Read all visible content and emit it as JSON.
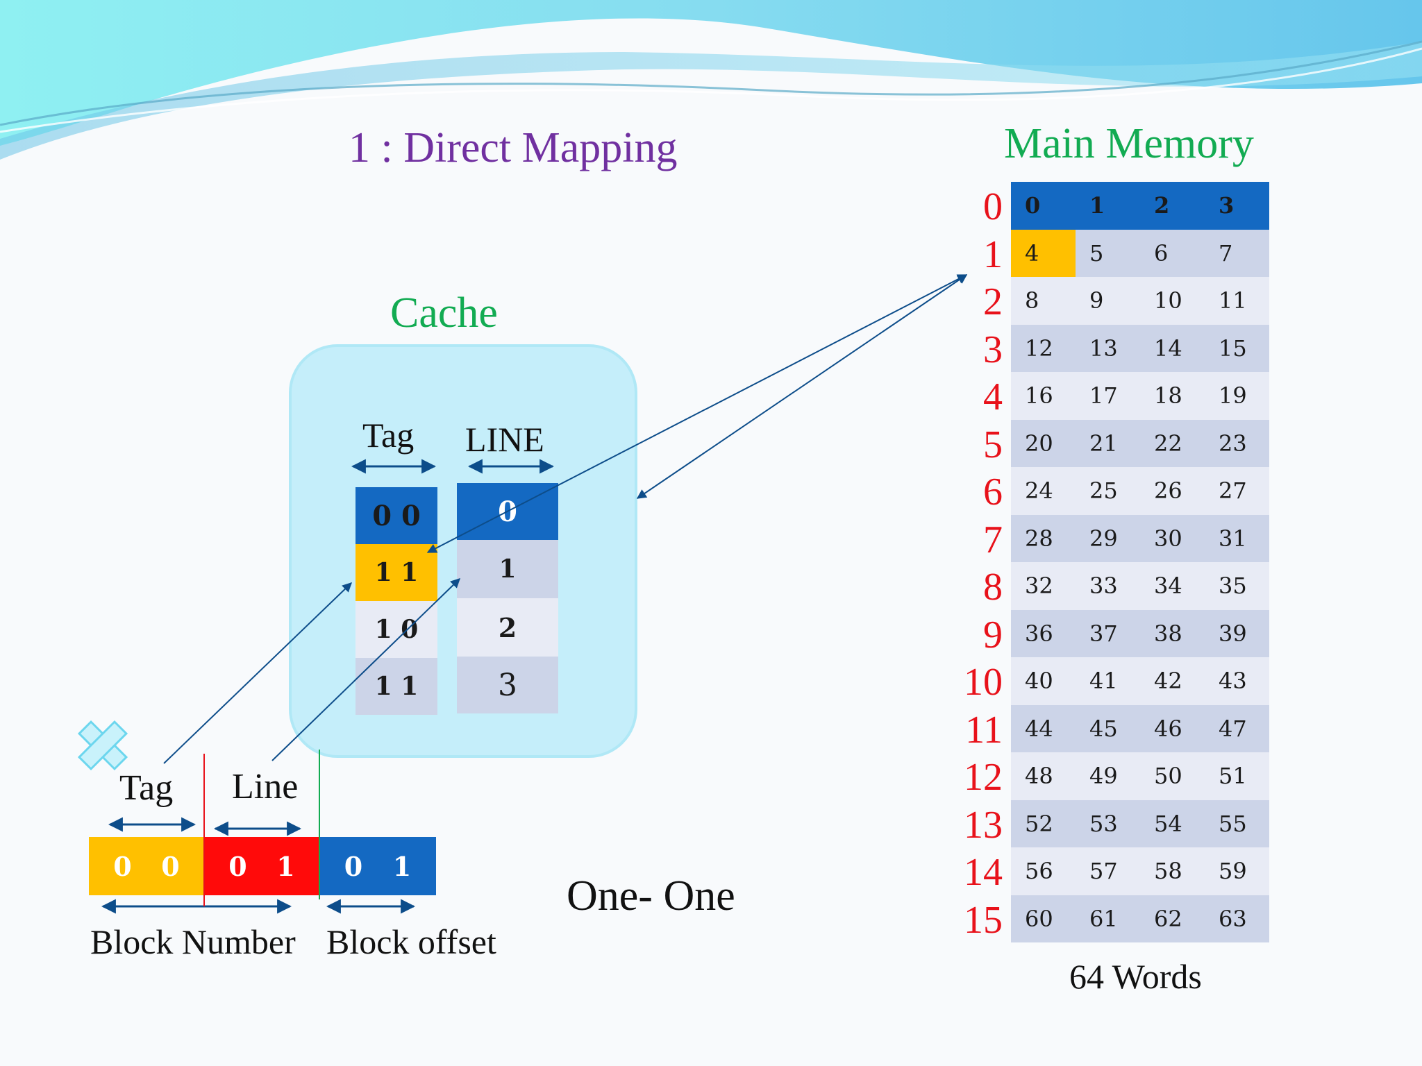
{
  "slide": {
    "title": "1 : Direct Mapping",
    "cache_title": "Cache",
    "memory_title": "Main Memory",
    "one_one": "One- One",
    "words_caption": "64 Words"
  },
  "cache": {
    "tag_header": "Tag",
    "line_header": "LINE",
    "tags": [
      "0 0",
      "1 1",
      "1 0",
      "1 1"
    ],
    "lines": [
      "0",
      "1",
      "2",
      "3"
    ]
  },
  "address": {
    "tag_label": "Tag",
    "line_label": "Line",
    "tag_bits": [
      "0",
      "0"
    ],
    "line_bits": [
      "0",
      "1"
    ],
    "offset_bits": [
      "0",
      "1"
    ],
    "block_number_label": "Block Number",
    "block_offset_label": "Block offset"
  },
  "memory": {
    "row_labels": [
      "0",
      "1",
      "2",
      "3",
      "4",
      "5",
      "6",
      "7",
      "8",
      "9",
      "10",
      "11",
      "12",
      "13",
      "14",
      "15"
    ],
    "rows": [
      [
        "0",
        "1",
        "2",
        "3"
      ],
      [
        "4",
        "5",
        "6",
        "7"
      ],
      [
        "8",
        "9",
        "10",
        "11"
      ],
      [
        "12",
        "13",
        "14",
        "15"
      ],
      [
        "16",
        "17",
        "18",
        "19"
      ],
      [
        "20",
        "21",
        "22",
        "23"
      ],
      [
        "24",
        "25",
        "26",
        "27"
      ],
      [
        "28",
        "29",
        "30",
        "31"
      ],
      [
        "32",
        "33",
        "34",
        "35"
      ],
      [
        "36",
        "37",
        "38",
        "39"
      ],
      [
        "40",
        "41",
        "42",
        "43"
      ],
      [
        "44",
        "45",
        "46",
        "47"
      ],
      [
        "48",
        "49",
        "50",
        "51"
      ],
      [
        "52",
        "53",
        "54",
        "55"
      ],
      [
        "56",
        "57",
        "58",
        "59"
      ],
      [
        "60",
        "61",
        "62",
        "63"
      ]
    ],
    "highlight": {
      "row": 1,
      "col": 0
    }
  },
  "colors": {
    "title": "#7030a0",
    "heading_green": "#12ab52",
    "blue": "#1469c2",
    "yellow": "#ffc000",
    "red": "#ff0a0a",
    "row_dark": "#ccd4e8",
    "row_light": "#e8ebf5",
    "row_index": "#e8111a",
    "arrow": "#0d4d8a"
  }
}
